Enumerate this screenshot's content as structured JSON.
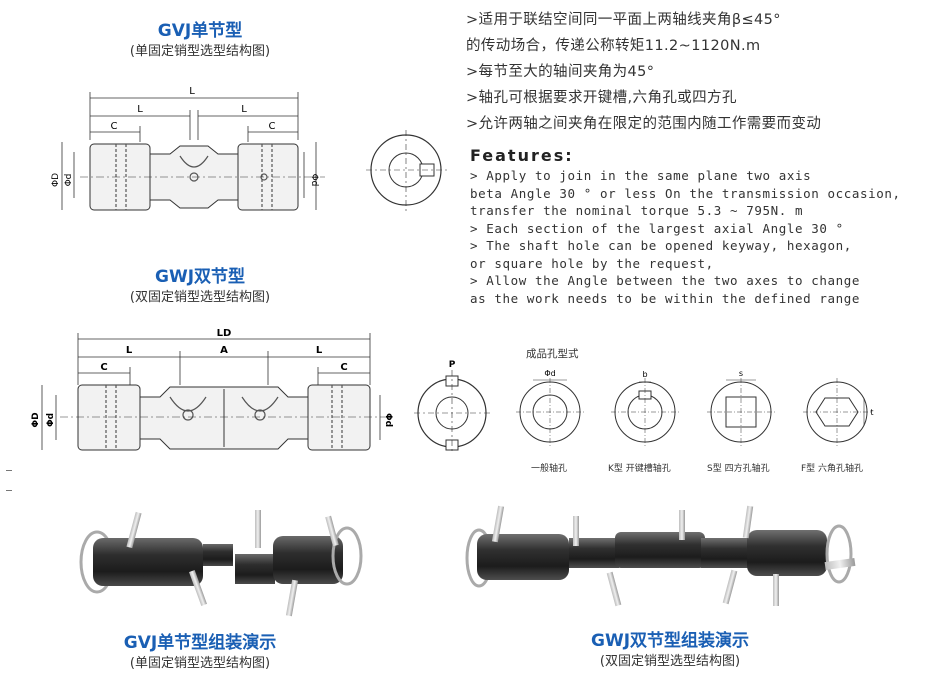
{
  "gvj": {
    "title": "GVJ单节型",
    "subtitle": "(单固定销型选型结构图)"
  },
  "gwj": {
    "title": "GWJ双节型",
    "subtitle": "(双固定销型选型结构图)"
  },
  "gvj_assembly": {
    "title": "GVJ单节型组装演示",
    "subtitle": "(单固定销型选型结构图)"
  },
  "gwj_assembly": {
    "title": "GWJ双节型组装演示",
    "subtitle": "(双固定销型选型结构图)"
  },
  "features_cn": [
    ">适用于联结空间同一平面上两轴线夹角β≤45°",
    " 的传动场合，传递公称转矩11.2~1120N.m",
    ">每节至大的轴间夹角为45°",
    ">轴孔可根据要求开键槽,六角孔或四方孔",
    ">允许两轴之间夹角在限定的范围内随工作需要而变动"
  ],
  "features_en": {
    "title": "Features:",
    "lines": [
      "> Apply to join in the same plane two axis",
      "  beta Angle 30 ° or less On the transmission occasion,",
      "  transfer the nominal torque 5.3 ~ 795N. m",
      "> Each section of the largest axial Angle 30 °",
      "> The shaft hole can be opened keyway, hexagon,",
      "  or square hole by the request,",
      "> Allow the Angle between the two axes to change",
      "  as the work needs to be within the defined range"
    ]
  },
  "dims": {
    "L": "L",
    "C": "C",
    "LD": "LD",
    "A": "A",
    "D": "ΦD",
    "d": "Φd",
    "P": "P",
    "s": "s",
    "b": "b",
    "t": "t"
  },
  "hole_types": {
    "title": "成品孔型式",
    "items": [
      "一般轴孔",
      "K型 开键槽轴孔",
      "S型 四方孔轴孔",
      "F型 六角孔轴孔"
    ]
  }
}
